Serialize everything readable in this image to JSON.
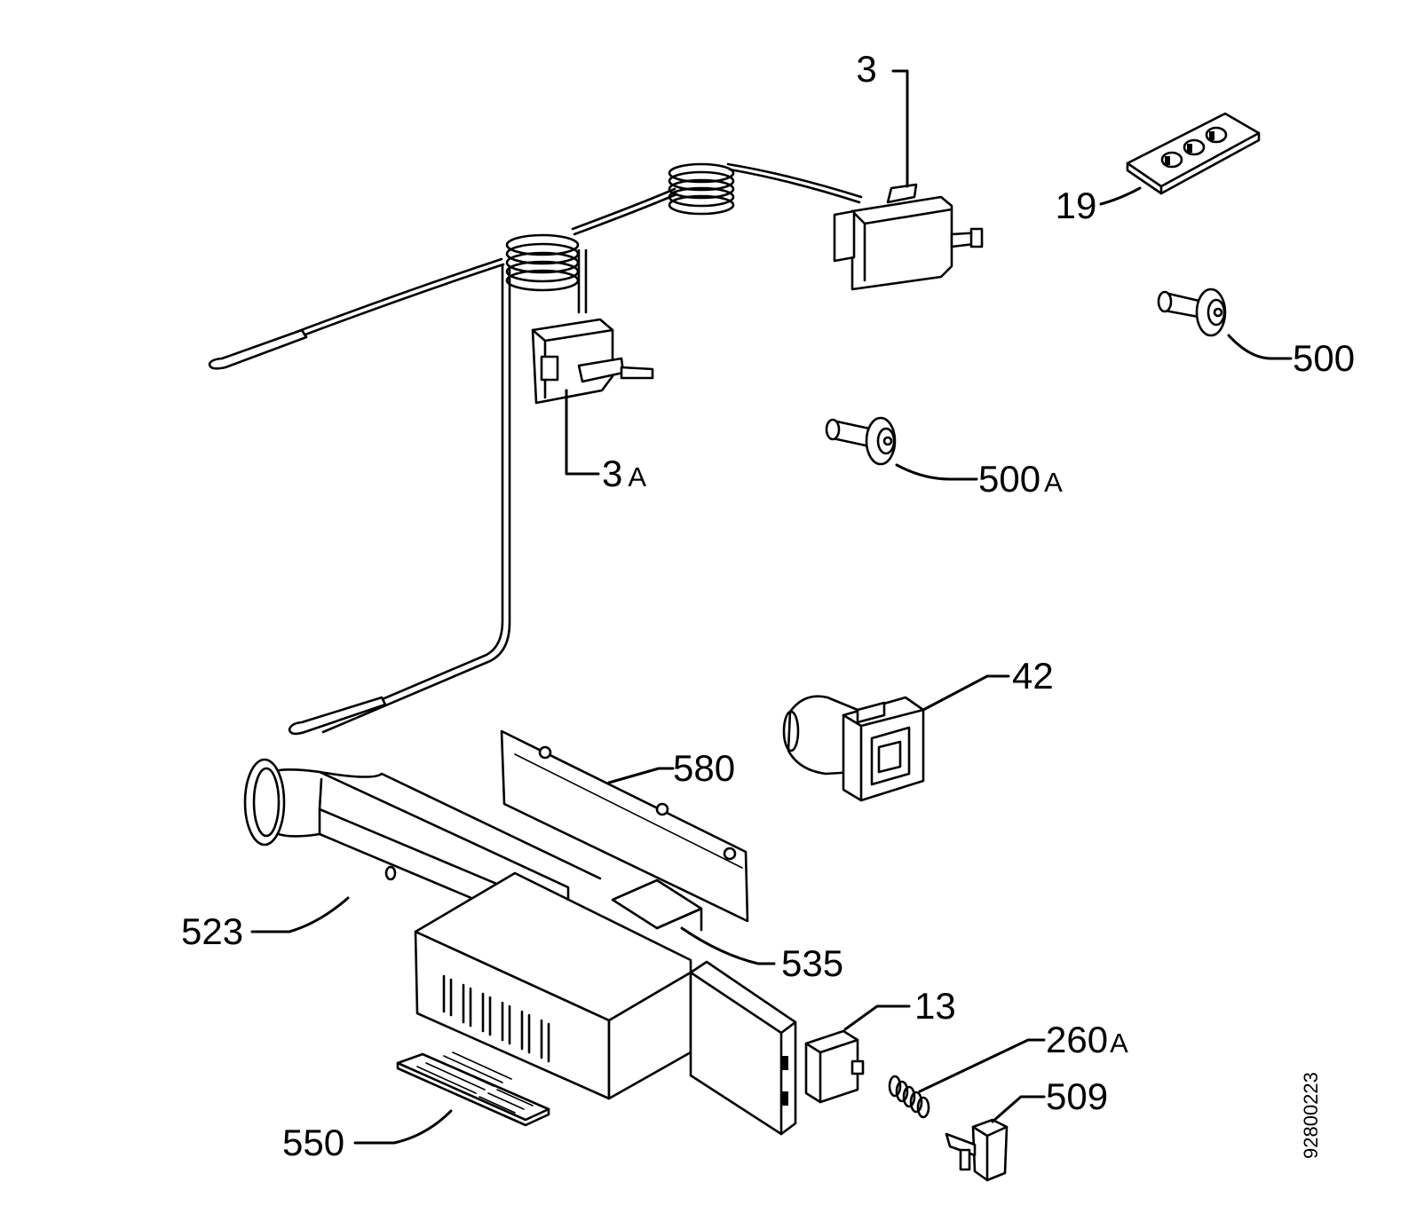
{
  "callouts": [
    {
      "id": "3",
      "number": "3",
      "suffix": ""
    },
    {
      "id": "19",
      "number": "19",
      "suffix": ""
    },
    {
      "id": "500",
      "number": "500",
      "suffix": ""
    },
    {
      "id": "3A",
      "number": "3",
      "suffix": "A"
    },
    {
      "id": "500A",
      "number": "500",
      "suffix": "A"
    },
    {
      "id": "42",
      "number": "42",
      "suffix": ""
    },
    {
      "id": "580",
      "number": "580",
      "suffix": ""
    },
    {
      "id": "523",
      "number": "523",
      "suffix": ""
    },
    {
      "id": "535",
      "number": "535",
      "suffix": ""
    },
    {
      "id": "13",
      "number": "13",
      "suffix": ""
    },
    {
      "id": "260A",
      "number": "260",
      "suffix": "A"
    },
    {
      "id": "509",
      "number": "509",
      "suffix": ""
    },
    {
      "id": "550",
      "number": "550",
      "suffix": ""
    }
  ],
  "drawing_number": "92800223"
}
